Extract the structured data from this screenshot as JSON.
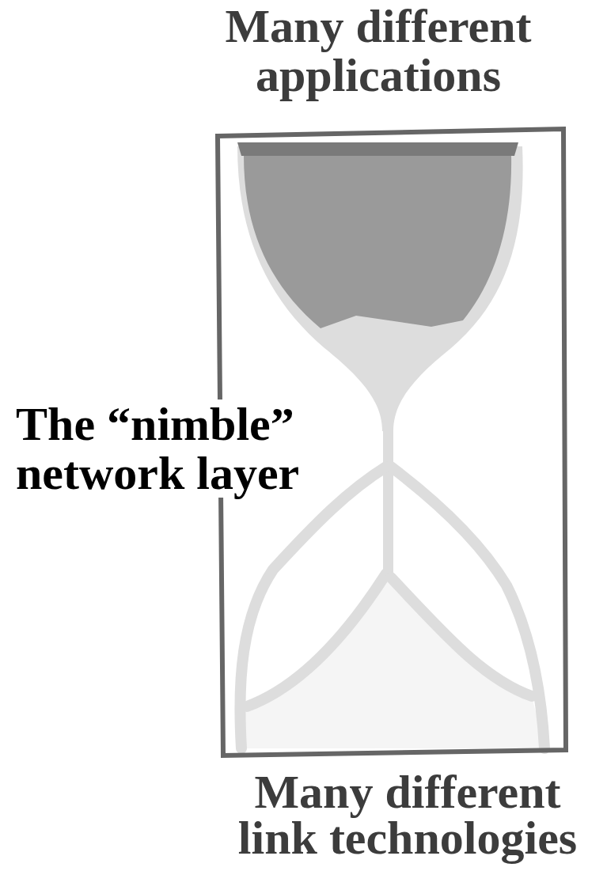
{
  "diagram": {
    "labels": [
      "Many different applications",
      "The “nimble” network layer",
      "Many different link technologies"
    ]
  }
}
